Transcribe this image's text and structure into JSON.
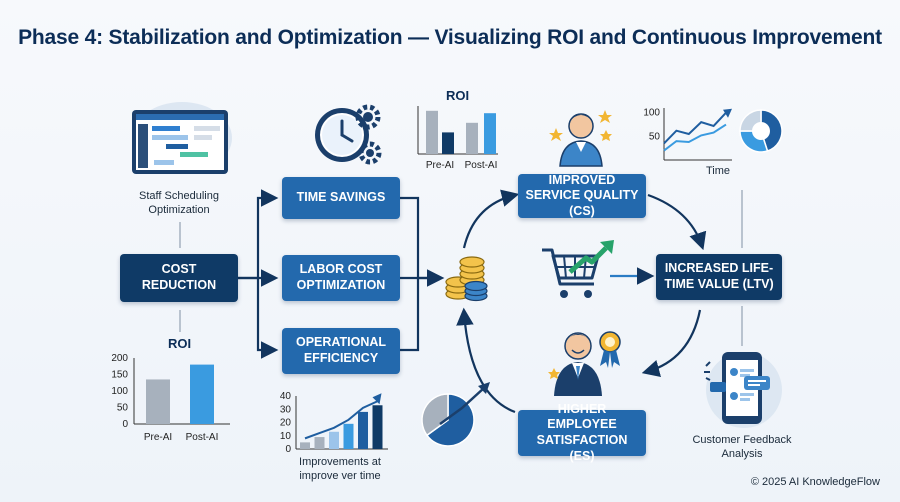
{
  "title": "Phase 4: Stabilization and Optimization — Visualizing ROI and Continuous Improvement",
  "nodes": {
    "cost_reduction": "COST REDUCTION",
    "time_savings": "TIME SAVINGS",
    "labor_cost": "LABOR COST OPTIMIZATION",
    "operational": "OPERATIONAL EFFICIENCY",
    "service_quality": "IMPROVED SERVICE QUALITY (CS)",
    "ltv": "INCREASED LIFE-TIME VALUE (LTV)",
    "employee_satisfaction": "HIGHER EMPLOYEE SATISFACTION (ES)"
  },
  "labels": {
    "staff_scheduling": "Staff Scheduling Optimization",
    "improvements": "Improvements at improve ver time",
    "customer_feedback": "Customer Feedback Analysis",
    "time_axis": "Time"
  },
  "icons": [
    "scheduling-dashboard-icon",
    "clock-gears-icon",
    "coin-stack-icon",
    "shopping-cart-growth-icon",
    "star-employee-icon",
    "award-employee-icon",
    "mobile-feedback-icon",
    "pie-growth-icon",
    "donut-chart-icon"
  ],
  "colors": {
    "dark_navy": "#0f3a66",
    "medium_blue": "#2369ad",
    "bar_gray": "#a7b1bd",
    "bar_blue": "#3a9be0"
  },
  "chart_data": [
    {
      "type": "bar",
      "title": "ROI",
      "categories": [
        "Pre-AI",
        "Post-AI"
      ],
      "values": [
        135,
        180
      ],
      "yticks": [
        "0",
        "50",
        "100",
        "150",
        "200"
      ],
      "ylim": [
        0,
        200
      ]
    },
    {
      "type": "bar",
      "title": "ROI",
      "categories": [
        "Pre-AI",
        "Post-AI"
      ],
      "series": [
        {
          "values": [
            90,
            65
          ]
        },
        {
          "values": [
            45,
            85
          ]
        }
      ],
      "ylim": [
        0,
        100
      ]
    },
    {
      "type": "bar",
      "categories": [
        "1",
        "2",
        "3",
        "4",
        "5",
        "6"
      ],
      "values": [
        5,
        9,
        13,
        19,
        28,
        33
      ],
      "yticks": [
        "0",
        "10",
        "20",
        "30",
        "40"
      ],
      "ylim": [
        0,
        40
      ],
      "xlabel": "Improvements at improve ver time"
    },
    {
      "type": "line",
      "x": [
        1,
        2,
        3,
        4,
        5,
        6
      ],
      "series": [
        {
          "values": [
            35,
            62,
            55,
            80,
            72,
            100
          ]
        },
        {
          "values": [
            20,
            40,
            38,
            52,
            58,
            75
          ]
        }
      ],
      "yticks": [
        "50",
        "100"
      ],
      "xlabel": "Time",
      "ylim": [
        0,
        110
      ]
    },
    {
      "type": "pie",
      "values": [
        65,
        35
      ]
    },
    {
      "type": "pie",
      "values": [
        45,
        30,
        25
      ]
    }
  ],
  "footer": "© 2025 AI KnowledgeFlow"
}
